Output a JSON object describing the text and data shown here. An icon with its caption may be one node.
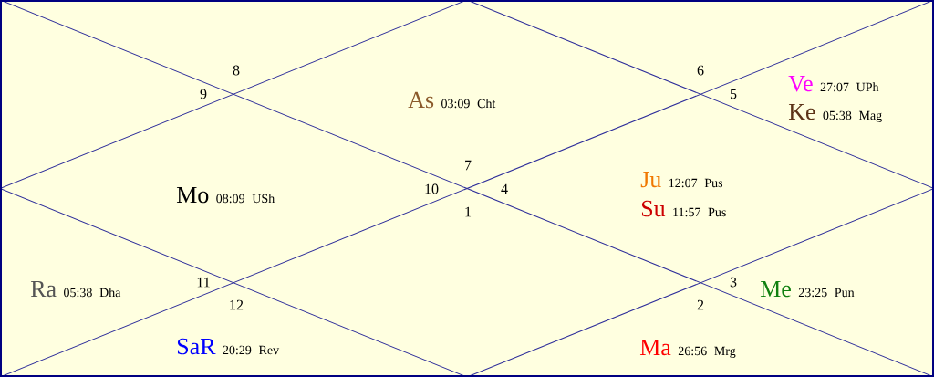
{
  "diagram": {
    "nodes": [
      {
        "text": [
          "As",
          "03:09 Cht",
          "7"
        ]
      },
      {
        "text": [
          "8"
        ]
      },
      {
        "text": [
          "9"
        ]
      },
      {
        "text": [
          "Mo",
          "08:09 USh",
          "10"
        ]
      },
      {
        "text": [
          "Ra",
          "05:38 Dha",
          "11"
        ]
      },
      {
        "text": [
          "12",
          "SaR",
          "20:29 Rev"
        ]
      },
      {
        "text": [
          "1"
        ]
      },
      {
        "text": [
          "2",
          "Ma",
          "26:56 Mrg"
        ]
      },
      {
        "text": [
          "3",
          "Me",
          "23:25 Pun"
        ]
      },
      {
        "text": [
          "4",
          "Ju",
          "12:07 Pus",
          "Su",
          "11:57 Pus"
        ]
      },
      {
        "text": [
          "5",
          "Ve",
          "27:07 UPh",
          "Ke",
          "05:38 Mag"
        ]
      },
      {
        "text": [
          "6"
        ]
      }
    ]
  }
}
